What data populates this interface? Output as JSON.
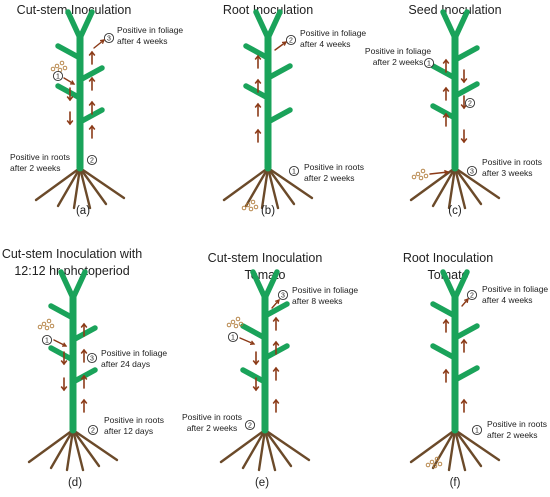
{
  "colors": {
    "stem": "#1aa35a",
    "root": "#6b4a2a",
    "arrow": "#8b3a17",
    "text": "#222222"
  },
  "panels": [
    {
      "id": "a",
      "title": [
        "Cut-stem Inoculation"
      ],
      "label": "(a)",
      "notes": [
        {
          "num": "3",
          "lines": [
            "Positive in foliage",
            "after 4 weeks"
          ]
        },
        {
          "num": "1",
          "lines": []
        },
        {
          "num": "2",
          "lines": [
            "Positive in roots",
            "after 2 weeks"
          ]
        }
      ]
    },
    {
      "id": "b",
      "title": [
        "Root Inoculation"
      ],
      "label": "(b)",
      "notes": [
        {
          "num": "2",
          "lines": [
            "Positive in foliage",
            "after 4 weeks"
          ]
        },
        {
          "num": "1",
          "lines": [
            "Positive in roots",
            "after 2 weeks"
          ]
        }
      ]
    },
    {
      "id": "c",
      "title": [
        "Seed Inoculation"
      ],
      "label": "(c)",
      "notes": [
        {
          "num": "1",
          "lines": [
            "Positive in foliage",
            "after 2 weeks"
          ]
        },
        {
          "num": "2",
          "lines": []
        },
        {
          "num": "3",
          "lines": [
            "Positive in roots",
            "after 3 weeks"
          ]
        }
      ]
    },
    {
      "id": "d",
      "title": [
        "Cut-stem Inoculation with",
        "12:12 hr photoperiod"
      ],
      "label": "(d)",
      "notes": [
        {
          "num": "1",
          "lines": []
        },
        {
          "num": "3",
          "lines": [
            "Positive in foliage",
            "after 24 days"
          ]
        },
        {
          "num": "2",
          "lines": [
            "Positive in roots",
            "after 12 days"
          ]
        }
      ]
    },
    {
      "id": "e",
      "title": [
        "Cut-stem Inoculation",
        "Tomato"
      ],
      "label": "(e)",
      "notes": [
        {
          "num": "3",
          "lines": [
            "Positive in foliage",
            "after 8 weeks"
          ]
        },
        {
          "num": "1",
          "lines": []
        },
        {
          "num": "2",
          "lines": [
            "Positive in roots",
            "after 2 weeks"
          ]
        }
      ]
    },
    {
      "id": "f",
      "title": [
        "Root Inoculation",
        "Tomato"
      ],
      "label": "(f)",
      "notes": [
        {
          "num": "2",
          "lines": [
            "Positive in foliage",
            "after 4 weeks"
          ]
        },
        {
          "num": "1",
          "lines": [
            "Positive in roots",
            "after 2 weeks"
          ]
        }
      ]
    }
  ]
}
